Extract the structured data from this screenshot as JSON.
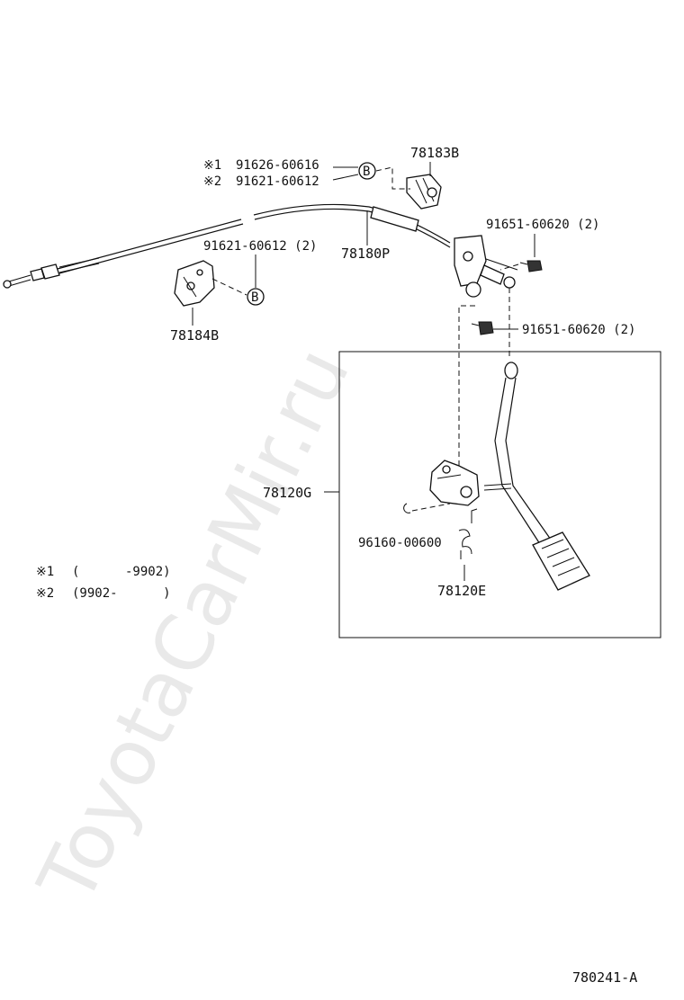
{
  "watermark": "ToyotaCarMir.ru",
  "diagram_code": "780241-A",
  "labels": {
    "p78183B": "78183B",
    "note1_prefix": "※1",
    "note1_part": "91626-60616",
    "note2_prefix": "※2",
    "note2_part": "91621-60612",
    "marker_b": "B",
    "p78180P": "78180P",
    "p91621_2": "91621-60612 (2)",
    "p78184B": "78184B",
    "p91651_top": "91651-60620 (2)",
    "p91651_mid": "91651-60620 (2)",
    "p78120G": "78120G",
    "p96160": "96160-00600",
    "p78120E": "78120E"
  },
  "legend": [
    {
      "mark": "※1",
      "range": "(      -9902)"
    },
    {
      "mark": "※2",
      "range": "(9902-      )"
    }
  ]
}
